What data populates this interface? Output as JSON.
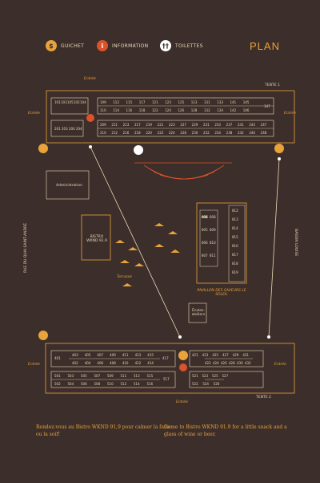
{
  "legend": [
    {
      "icon": "$",
      "label": "GUICHET",
      "color": "#e8a33a"
    },
    {
      "icon": "i",
      "label": "INFORMATION",
      "color": "#d9532b"
    },
    {
      "icon": "††",
      "label": "TOILETTES",
      "color": "#ffffff"
    }
  ],
  "title": "PLAN",
  "tent1": "TENTE 1",
  "tent2": "TENTE 2",
  "entree": "Entrée",
  "administration": "Administration",
  "bistro": "BISTRO WKND 91.9",
  "terrasse": "Terrasse",
  "pavillon": "PAVILLON DES SAVEURS LE SOLEIL",
  "ecoles": "Écoles-ateliers",
  "rue": "RUE DU QUAI SAINT-ANDRÉ",
  "bassin": "BASSIN LOUISE",
  "footer_fr": "Rendez-vous au Bistro WKND 91,9 pour calmer la faim ou la soif!",
  "footer_en": "Come to Bistro WKND 91.9 for a little snack and a glass of wine or beer.",
  "tent1_booths": {
    "left_top": [
      "101",
      "103",
      "105",
      "102",
      "104"
    ],
    "row1": [
      "109",
      "112",
      "115",
      "117",
      "121",
      "123",
      "125",
      "113",
      "131",
      "133",
      "141",
      "145"
    ],
    "row2": [
      "110",
      "114",
      "116",
      "118",
      "122",
      "124",
      "126",
      "128",
      "132",
      "134",
      "142",
      "146"
    ],
    "right": "147",
    "row3": [
      "209",
      "211",
      "213",
      "217",
      "219",
      "221",
      "223",
      "227",
      "229",
      "231",
      "233",
      "237",
      "241",
      "243",
      "247"
    ],
    "row4": [
      "210",
      "212",
      "216",
      "218",
      "220",
      "222",
      "224",
      "228",
      "230",
      "232",
      "234",
      "238",
      "242",
      "244",
      "248"
    ],
    "left_bottom": [
      "201",
      "203",
      "200",
      "204"
    ]
  },
  "pavillon_booths": [
    "804",
    "805",
    "806",
    "807",
    "808",
    "809",
    "810",
    "811",
    "812",
    "813",
    "814",
    "815",
    "816",
    "817",
    "818",
    "819"
  ],
  "tent2_booths": {
    "left": "401",
    "row1": [
      "403",
      "405",
      "407",
      "409",
      "411",
      "413",
      "415"
    ],
    "row2": [
      "402",
      "404",
      "406",
      "408",
      "410",
      "412",
      "414"
    ],
    "right": "417",
    "row3": [
      "501",
      "503",
      "505",
      "507",
      "509",
      "511",
      "513",
      "515"
    ],
    "row4": [
      "502",
      "504",
      "506",
      "508",
      "510",
      "512",
      "514",
      "516"
    ],
    "right2": "517",
    "r1": [
      "421",
      "423",
      "425",
      "427",
      "429",
      "431"
    ],
    "r2": [
      "422",
      "424",
      "426",
      "428",
      "430",
      "432"
    ],
    "r3": [
      "521",
      "523",
      "525",
      "527"
    ],
    "r4": [
      "522",
      "524",
      "526"
    ]
  }
}
